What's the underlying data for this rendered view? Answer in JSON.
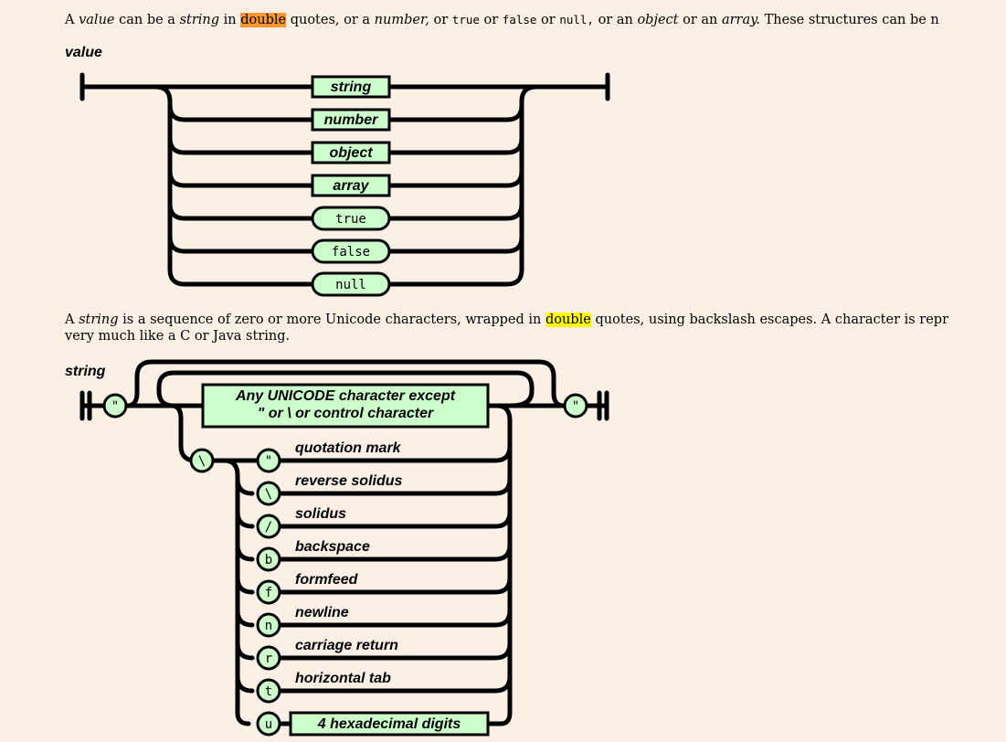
{
  "intro_value": {
    "w1": "A",
    "value_term": "value",
    "w2": "can be a",
    "string_term": "string",
    "w3": "in",
    "highlight": "double",
    "w4": "quotes, or a",
    "number_term": "number,",
    "w5": "or",
    "true_lit": "true",
    "w6": "or",
    "false_lit": "false",
    "w7": "or",
    "null_lit": "null,",
    "w8": "or an",
    "object_term": "object",
    "w9": "or an",
    "array_term": "array.",
    "w10": "These structures can be n"
  },
  "value_diagram": {
    "title": "value",
    "options": [
      {
        "label": "string",
        "kind": "nonterminal"
      },
      {
        "label": "number",
        "kind": "nonterminal"
      },
      {
        "label": "object",
        "kind": "nonterminal"
      },
      {
        "label": "array",
        "kind": "nonterminal"
      },
      {
        "label": "true",
        "kind": "terminal"
      },
      {
        "label": "false",
        "kind": "terminal"
      },
      {
        "label": "null",
        "kind": "terminal"
      }
    ]
  },
  "intro_string": {
    "w1": "A",
    "string_term": "string",
    "w2": "is a sequence of zero or more Unicode characters, wrapped in",
    "highlight": "double",
    "w3": "quotes, using backslash escapes. A character is repr",
    "line2": "very much like a C or Java string."
  },
  "string_diagram": {
    "title": "string",
    "quote": "\"",
    "any_char_line1": "Any UNICODE character except",
    "any_char_line2": "\"  or  \\  or control character",
    "backslash": "\\",
    "escapes": [
      {
        "char": "\"",
        "label": "quotation mark"
      },
      {
        "char": "\\",
        "label": "reverse solidus"
      },
      {
        "char": "/",
        "label": "solidus"
      },
      {
        "char": "b",
        "label": "backspace"
      },
      {
        "char": "f",
        "label": "formfeed"
      },
      {
        "char": "n",
        "label": "newline"
      },
      {
        "char": "r",
        "label": "carriage return"
      },
      {
        "char": "t",
        "label": "horizontal tab"
      },
      {
        "char": "u",
        "label": ""
      }
    ],
    "hex_label": "4 hexadecimal digits"
  },
  "colors": {
    "background": "#faf0e6",
    "box_fill": "#ccffcc",
    "highlight_orange": "#ff9632",
    "highlight_yellow": "#ffff00"
  }
}
